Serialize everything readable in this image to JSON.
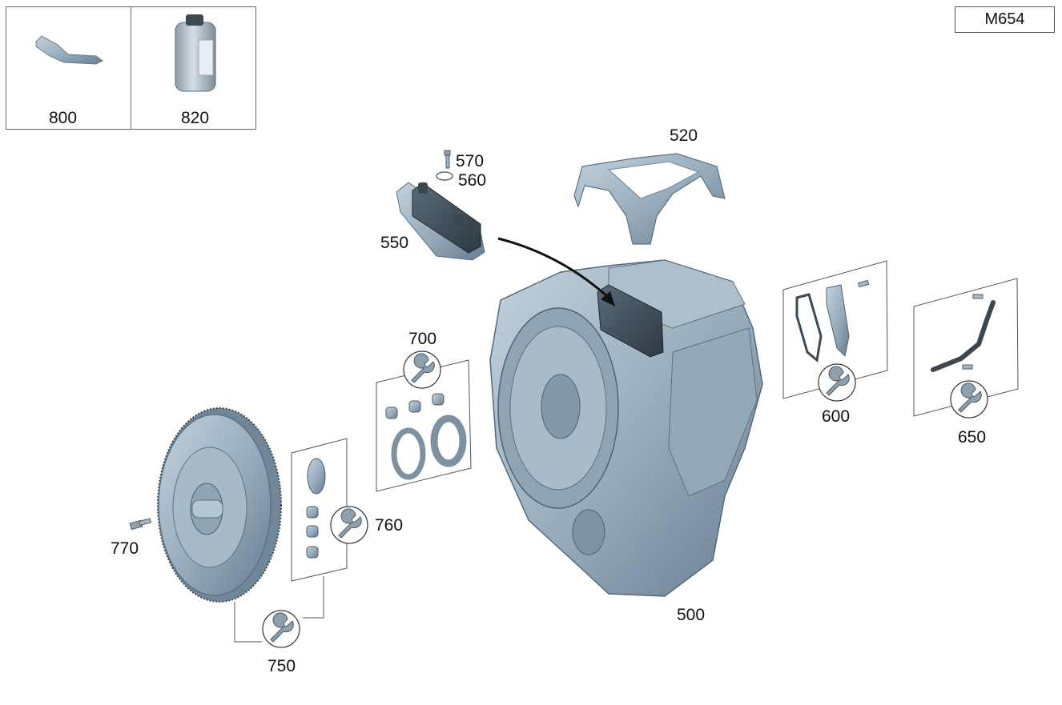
{
  "model_code": "M654",
  "colors": {
    "part_fill": "#9fb3c3",
    "part_shade": "#6f8596",
    "part_dark": "#3f4c57",
    "line": "#333333",
    "tool_fill": "#8ea0ae"
  },
  "inset_labels": [
    "800",
    "820"
  ],
  "callouts": {
    "c500": "500",
    "c520": "520",
    "c550": "550",
    "c560": "560",
    "c570": "570",
    "c600": "600",
    "c650": "650",
    "c700": "700",
    "c750": "750",
    "c760": "760",
    "c770": "770"
  },
  "icons": [
    "wrench-icon",
    "bolt-icon",
    "seal-ring-icon",
    "bearing-icon",
    "bushing-icon"
  ]
}
